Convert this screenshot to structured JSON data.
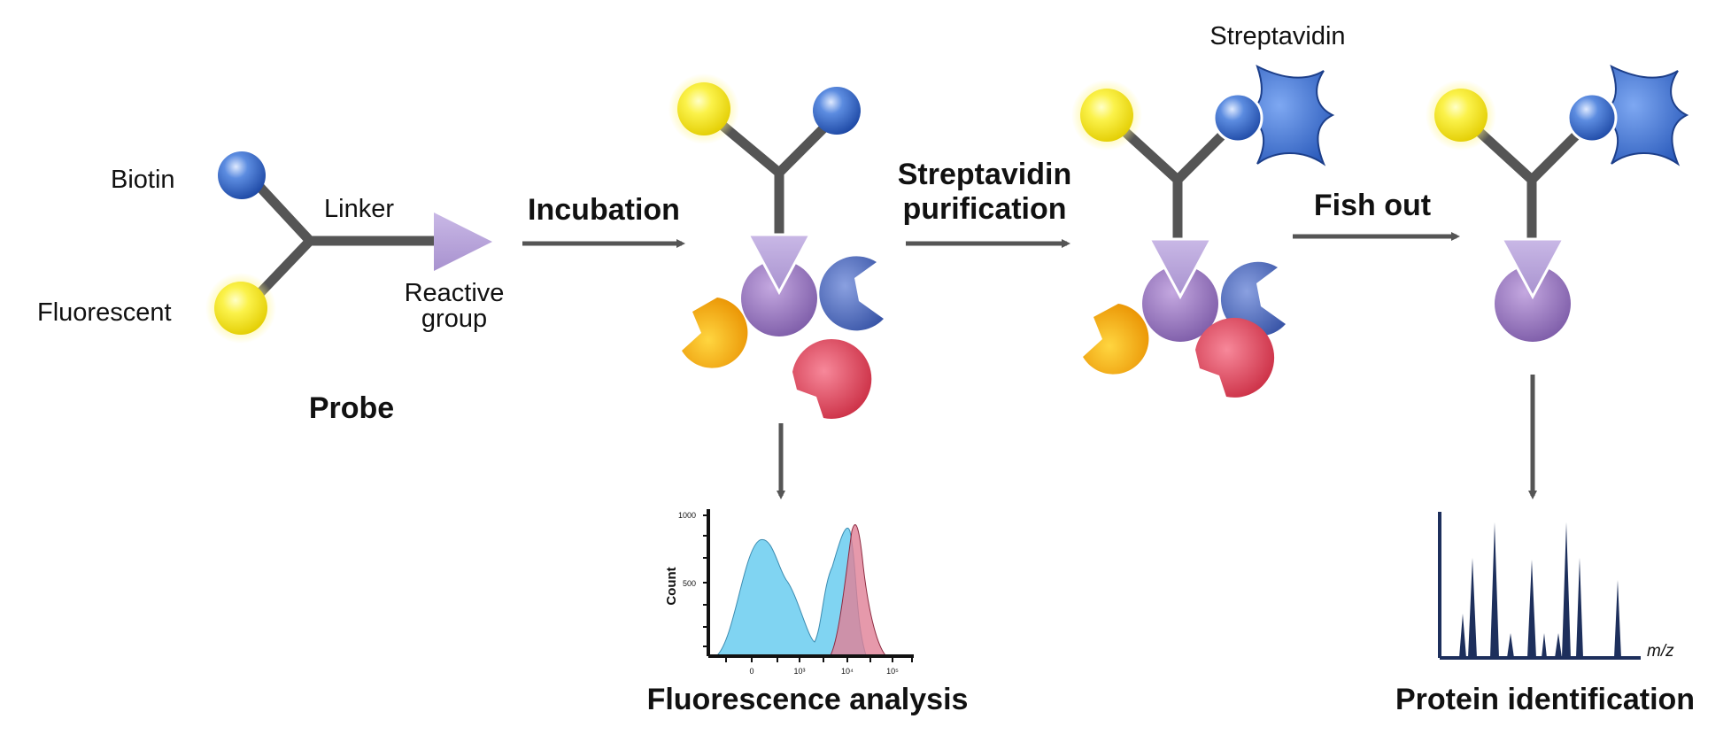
{
  "labels": {
    "biotin": "Biotin",
    "linker": "Linker",
    "fluorescent": "Fluorescent",
    "reactive_group_line1": "Reactive",
    "reactive_group_line2": "group",
    "probe": "Probe",
    "incubation": "Incubation",
    "streptavidin_purification_line1": "Streptavidin",
    "streptavidin_purification_line2": "purification",
    "streptavidin": "Streptavidin",
    "fish_out": "Fish out",
    "fluorescence_analysis": "Fluorescence analysis",
    "protein_identification": "Protein identification"
  },
  "colors": {
    "biotin": "#3f6fc8",
    "fluorescent": "#f2e20a",
    "linker": "#555555",
    "reactive_group": "#b9a6d8",
    "target_protein": "#9a78be",
    "orange_protein": "#f5a800",
    "blue_protein": "#5b74c2",
    "red_protein": "#e04458",
    "streptavidin": "#3f74d4",
    "histogram_blue": "#80d4f2",
    "histogram_red": "#e07f96",
    "ms_peaks": "#1d2f5c"
  },
  "histogram": {
    "y_axis_label": "Count",
    "y_ticks": [
      "1000",
      "500"
    ],
    "x_ticks": [
      "0",
      "10³",
      "10⁴",
      "10⁵"
    ]
  },
  "mass_spec": {
    "x_axis_label": "m/z"
  }
}
